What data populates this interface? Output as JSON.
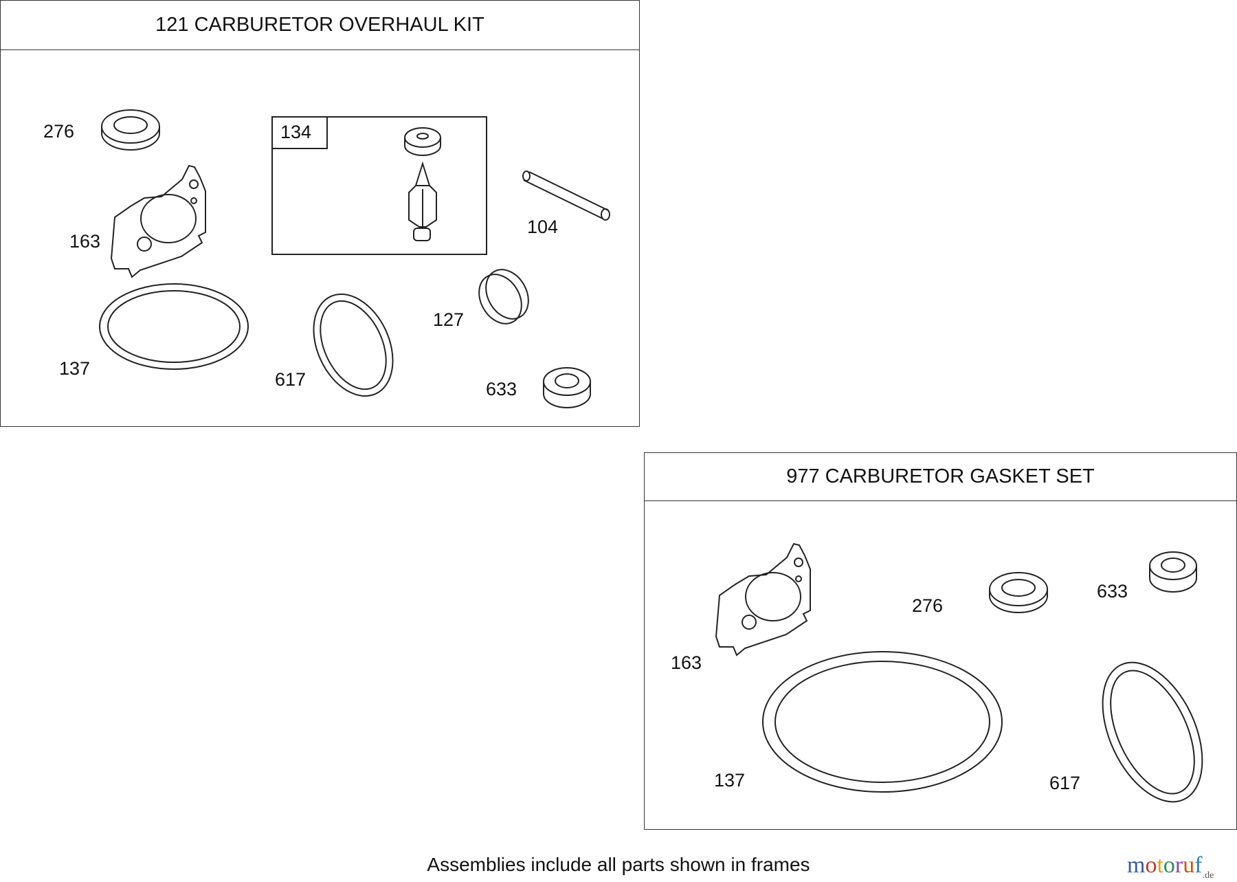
{
  "frames": [
    {
      "title": "121 CARBURETOR OVERHAUL KIT",
      "labels": [
        "276",
        "163",
        "134",
        "104",
        "127",
        "137",
        "617",
        "633"
      ]
    },
    {
      "title": "977 CARBURETOR GASKET SET",
      "labels": [
        "163",
        "276",
        "633",
        "137",
        "617"
      ]
    }
  ],
  "footer": "Assemblies include all parts shown in frames",
  "logo": {
    "text": [
      "m",
      "o",
      "t",
      "o",
      "r",
      "u",
      "f"
    ],
    "suffix": ".de",
    "colors": [
      "#3a5ba0",
      "#c0392b",
      "#e0a020",
      "#2e8b57",
      "#8e44ad",
      "#d35400",
      "#2c7fb8"
    ]
  }
}
